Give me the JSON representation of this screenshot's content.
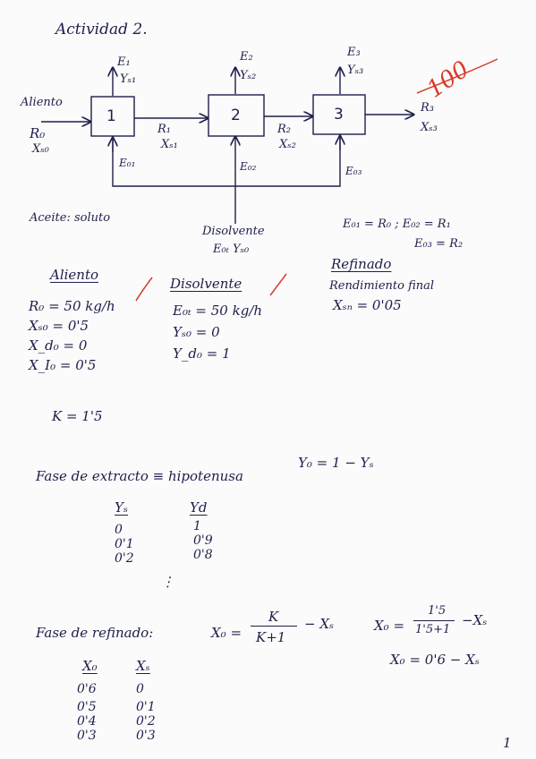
{
  "title": "Actividad 2.",
  "grade": "100",
  "page_number": "1",
  "diagram": {
    "feed_label": "Aliento",
    "feed_R": "R₀",
    "feed_X": "Xₛ₀",
    "stages": [
      "1",
      "2",
      "3"
    ],
    "extracts": [
      {
        "E": "E₁",
        "Y": "Yₛ₁"
      },
      {
        "E": "E₂",
        "Y": "Yₛ₂"
      },
      {
        "E": "E₃",
        "Y": "Yₛ₃"
      }
    ],
    "raffinates": [
      {
        "R": "R₁",
        "X": "Xₛ₁"
      },
      {
        "R": "R₂",
        "X": "Xₛ₂"
      }
    ],
    "final_R": "R₃",
    "final_X": "Xₛ₃",
    "solvent_streams": [
      "E₀₁",
      "E₀₂",
      "E₀₃"
    ],
    "solvent_label": "Disolvente",
    "solvent_sub": "E₀ₜ  Yₛ₀"
  },
  "notes": {
    "solute": "Aceite: soluto",
    "rel1": "E₀₁ = R₀  ; E₀₂ = R₁",
    "rel2": "E₀₃ = R₂"
  },
  "feed_section": {
    "heading": "Aliento",
    "lines": [
      "R₀ = 50 kg/h",
      "Xₛ₀ = 0'5",
      "X_d₀ = 0",
      "X_I₀ = 0'5"
    ]
  },
  "solvent_section": {
    "heading": "Disolvente",
    "lines": [
      "E₀ₜ = 50 kg/h",
      "Yₛ₀ = 0",
      "Y_d₀ = 1"
    ]
  },
  "raffinate_section": {
    "heading": "Refinado",
    "lines": [
      "Rendimiento final",
      "Xₛₙ = 0'05"
    ]
  },
  "K": "K = 1'5",
  "extract_phase": {
    "label": "Fase de extracto ≡ hipotenusa",
    "eq": "Y₀ = 1 − Yₛ",
    "col1_head": "Yₛ",
    "col2_head": "Yd",
    "col1": [
      "0",
      "0'1",
      "0'2"
    ],
    "col2": [
      "1",
      "0'9",
      "0'8"
    ],
    "ellipsis": "⋮"
  },
  "raffinate_phase": {
    "label": "Fase de refinado:",
    "eq_lhs": "X₀ =",
    "eq_num": "K",
    "eq_den": "K+1",
    "eq_tail": "− Xₛ",
    "eq2_lhs": "X₀ =",
    "eq2_num": "1'5",
    "eq2_den": "1'5+1",
    "eq2_tail": "−Xₛ",
    "eq3": "X₀ = 0'6 − Xₛ",
    "col1_head": "X₀",
    "col2_head": "Xₛ",
    "col1": [
      "0'6",
      "0'5",
      "0'4",
      "0'3"
    ],
    "col2": [
      "0",
      "0'1",
      "0'2",
      "0'3"
    ]
  }
}
